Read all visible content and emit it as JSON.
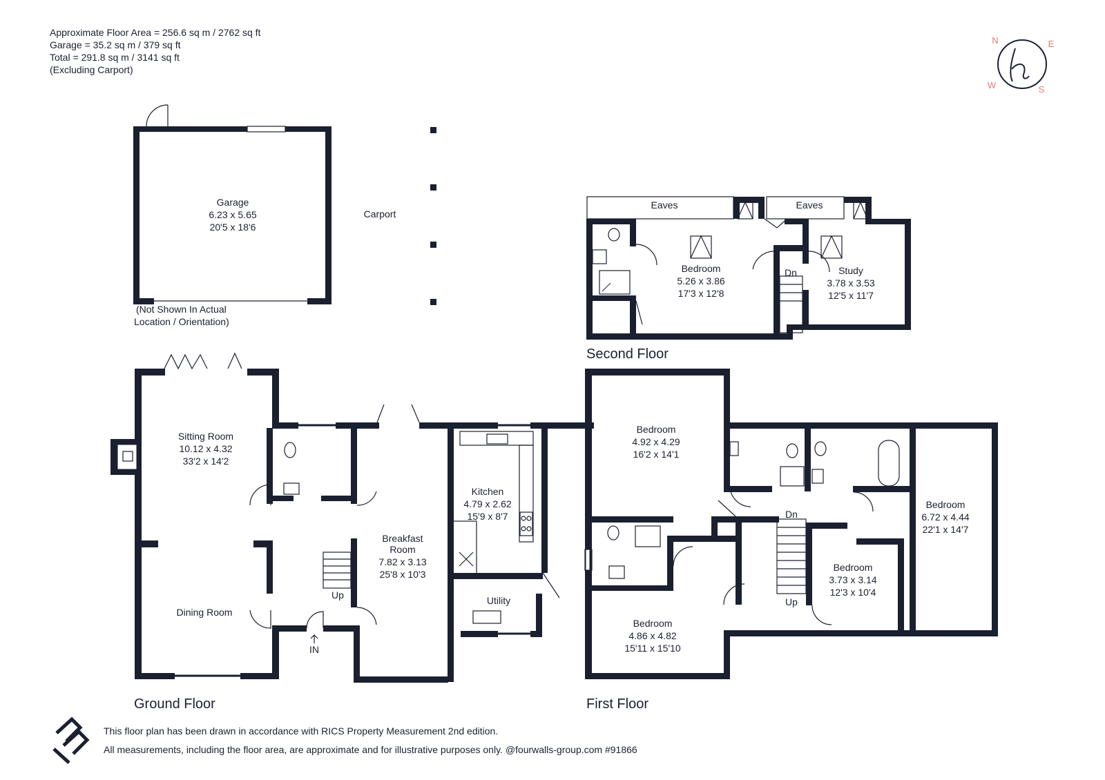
{
  "header": {
    "area_lines": [
      "Approximate Floor Area = 256.6 sq m / 2762 sq ft",
      "Garage = 35.2 sq m / 379 sq ft",
      "Total = 291.8 sq m / 3141 sq ft",
      "(Excluding Carport)"
    ]
  },
  "compass": {
    "n": "N",
    "e": "E",
    "s": "S",
    "w": "W",
    "accent": "#e07a7a"
  },
  "garage": {
    "name": "Garage",
    "metric": "6.23 x 5.65",
    "imperial": "20'5 x 18'6",
    "note": [
      "(Not Shown In Actual",
      "Location / Orientation)"
    ]
  },
  "carport": "Carport",
  "floors": {
    "ground": "Ground Floor",
    "first": "First Floor",
    "second": "Second Floor"
  },
  "rooms": {
    "sitting": {
      "name": "Sitting Room",
      "metric": "10.12 x 4.32",
      "imperial": "33'2 x 14'2"
    },
    "dining": {
      "name": "Dining Room"
    },
    "breakfast": {
      "name1": "Breakfast",
      "name2": "Room",
      "metric": "7.82 x 3.13",
      "imperial": "25'8 x 10'3"
    },
    "kitchen": {
      "name": "Kitchen",
      "metric": "4.79 x 2.62",
      "imperial": "15'9 x 8'7"
    },
    "utility": {
      "name": "Utility"
    },
    "up_ground": "Up",
    "in": "IN",
    "ff_bed1": {
      "name": "Bedroom",
      "metric": "4.92 x 4.29",
      "imperial": "16'2 x 14'1"
    },
    "ff_bed2": {
      "name": "Bedroom",
      "metric": "4.86 x 4.82",
      "imperial": "15'11 x 15'10"
    },
    "ff_bed3": {
      "name": "Bedroom",
      "metric": "3.73 x 3.14",
      "imperial": "12'3 x 10'4"
    },
    "ff_bed4": {
      "name": "Bedroom",
      "metric": "6.72 x 4.44",
      "imperial": "22'1 x 14'7"
    },
    "dn_first": "Dn",
    "up_first": "Up",
    "sf_bed": {
      "name": "Bedroom",
      "metric": "5.26 x 3.86",
      "imperial": "17'3 x 12'8"
    },
    "study": {
      "name": "Study",
      "metric": "3.78 x 3.53",
      "imperial": "12'5 x 11'7"
    },
    "eaves1": "Eaves",
    "eaves2": "Eaves",
    "dn_second": "Dn"
  },
  "footer": {
    "line1": "This floor plan has been drawn in accordance with RICS Property Measurement 2nd edition.",
    "line2": "All measurements, including the floor area, are approximate and for illustrative purposes only. @fourwalls-group.com #91866"
  }
}
